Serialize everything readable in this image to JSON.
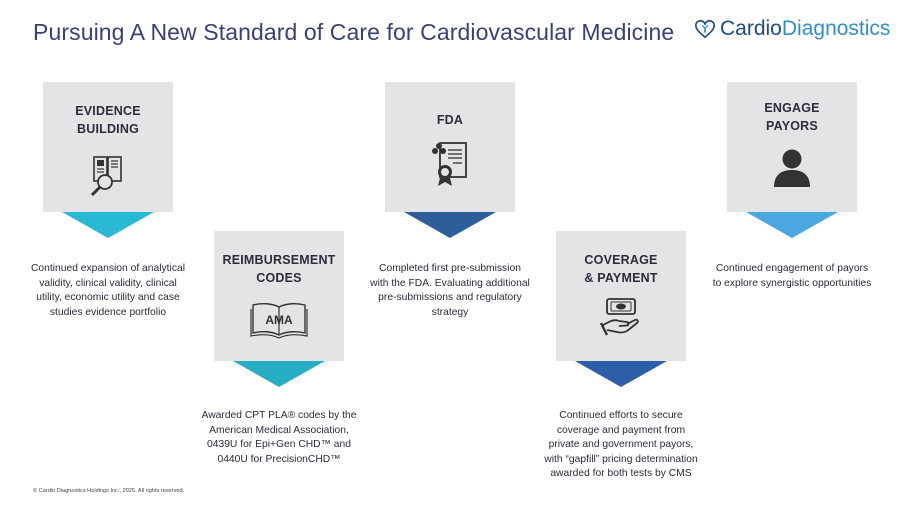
{
  "header": {
    "title": "Pursuing A New Standard of Care for Cardiovascular Medicine",
    "logo_primary": "Cardio",
    "logo_accent": "Diagnostics"
  },
  "steps": [
    {
      "id": "evidence",
      "title_lines": [
        "EVIDENCE",
        "BUILDING"
      ],
      "icon": "book-magnifier-icon",
      "arrow_color": "#29b9d4",
      "description": [
        "Continued expansion of analytical",
        "validity, clinical validity, clinical",
        "utility, economic utility and case",
        "studies evidence portfolio"
      ]
    },
    {
      "id": "reimbursement",
      "title_lines": [
        "REIMBURSEMENT",
        "CODES"
      ],
      "icon": "ama-book-icon",
      "icon_text": "AMA",
      "arrow_color": "#27aec5",
      "description": [
        "Awarded CPT PLA® codes by the",
        "American Medical Association,",
        "0439U for Epi+Gen CHD™ and",
        "0440U for PrecisionCHD™"
      ]
    },
    {
      "id": "fda",
      "title_lines": [
        "FDA"
      ],
      "icon": "certificate-icon",
      "arrow_color": "#2c5e9a",
      "description": [
        "Completed first pre-submission",
        "with the FDA. Evaluating additional",
        "pre-submissions and regulatory",
        "strategy"
      ]
    },
    {
      "id": "coverage",
      "title_lines": [
        "COVERAGE",
        "& PAYMENT"
      ],
      "icon": "hand-money-icon",
      "arrow_color": "#2f5ea8",
      "description": [
        "Continued efforts to secure",
        "coverage and payment from",
        "private and government payors,",
        "with “gapfill” pricing determination",
        "awarded for both tests by CMS"
      ]
    },
    {
      "id": "payors",
      "title_lines": [
        "ENGAGE",
        "PAYORS"
      ],
      "icon": "person-icon",
      "arrow_color": "#4ba7e0",
      "description": [
        "Continued engagement of payors",
        "to explore synergistic opportunities"
      ]
    }
  ],
  "footer": {
    "copyright": "© Cardio Diagnostics Holdings Inc., 2025. All rights reserved."
  }
}
